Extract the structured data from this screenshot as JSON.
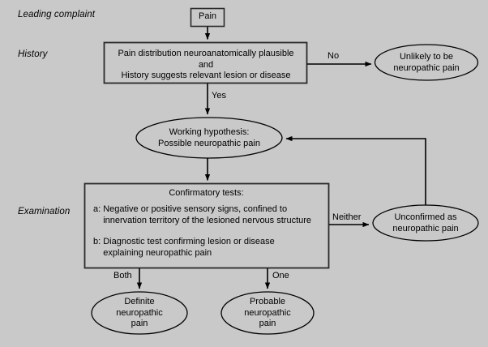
{
  "diagram": {
    "title": "Neuropathic pain diagnostic grading flowchart",
    "background_color": "#c9c9c9",
    "line_color": "#000000",
    "box_fill": "#c9c9c9"
  },
  "stage_labels": [
    {
      "id": "leading-complaint",
      "text": "Leading complaint"
    },
    {
      "id": "history",
      "text": "History"
    },
    {
      "id": "examination",
      "text": "Examination"
    }
  ],
  "nodes": {
    "pain": {
      "shape": "rect",
      "lines": [
        "Pain"
      ]
    },
    "history_box": {
      "shape": "rect",
      "lines": [
        "Pain distribution neuroanatomically plausible",
        "and",
        "History suggests relevant lesion or disease"
      ]
    },
    "unlikely": {
      "shape": "ellipse",
      "lines": [
        "Unlikely to be",
        "neuropathic pain"
      ]
    },
    "working_hypothesis": {
      "shape": "ellipse",
      "lines": [
        "Working hypothesis:",
        "Possible neuropathic pain"
      ]
    },
    "confirmatory_tests": {
      "shape": "rect",
      "title": "Confirmatory tests:",
      "items": [
        "a: Negative or positive sensory signs, confined to",
        "    innervation territory of the lesioned nervous structure",
        "",
        "b: Diagnostic test confirming lesion or disease",
        "    explaining neuropathic pain"
      ]
    },
    "unconfirmed": {
      "shape": "ellipse",
      "lines": [
        "Unconfirmed as",
        "neuropathic pain"
      ]
    },
    "definite": {
      "shape": "ellipse",
      "lines": [
        "Definite",
        "neuropathic",
        "pain"
      ]
    },
    "probable": {
      "shape": "ellipse",
      "lines": [
        "Probable",
        "neuropathic",
        "pain"
      ]
    }
  },
  "edge_labels": {
    "no": "No",
    "yes": "Yes",
    "neither": "Neither",
    "both": "Both",
    "one": "One"
  }
}
